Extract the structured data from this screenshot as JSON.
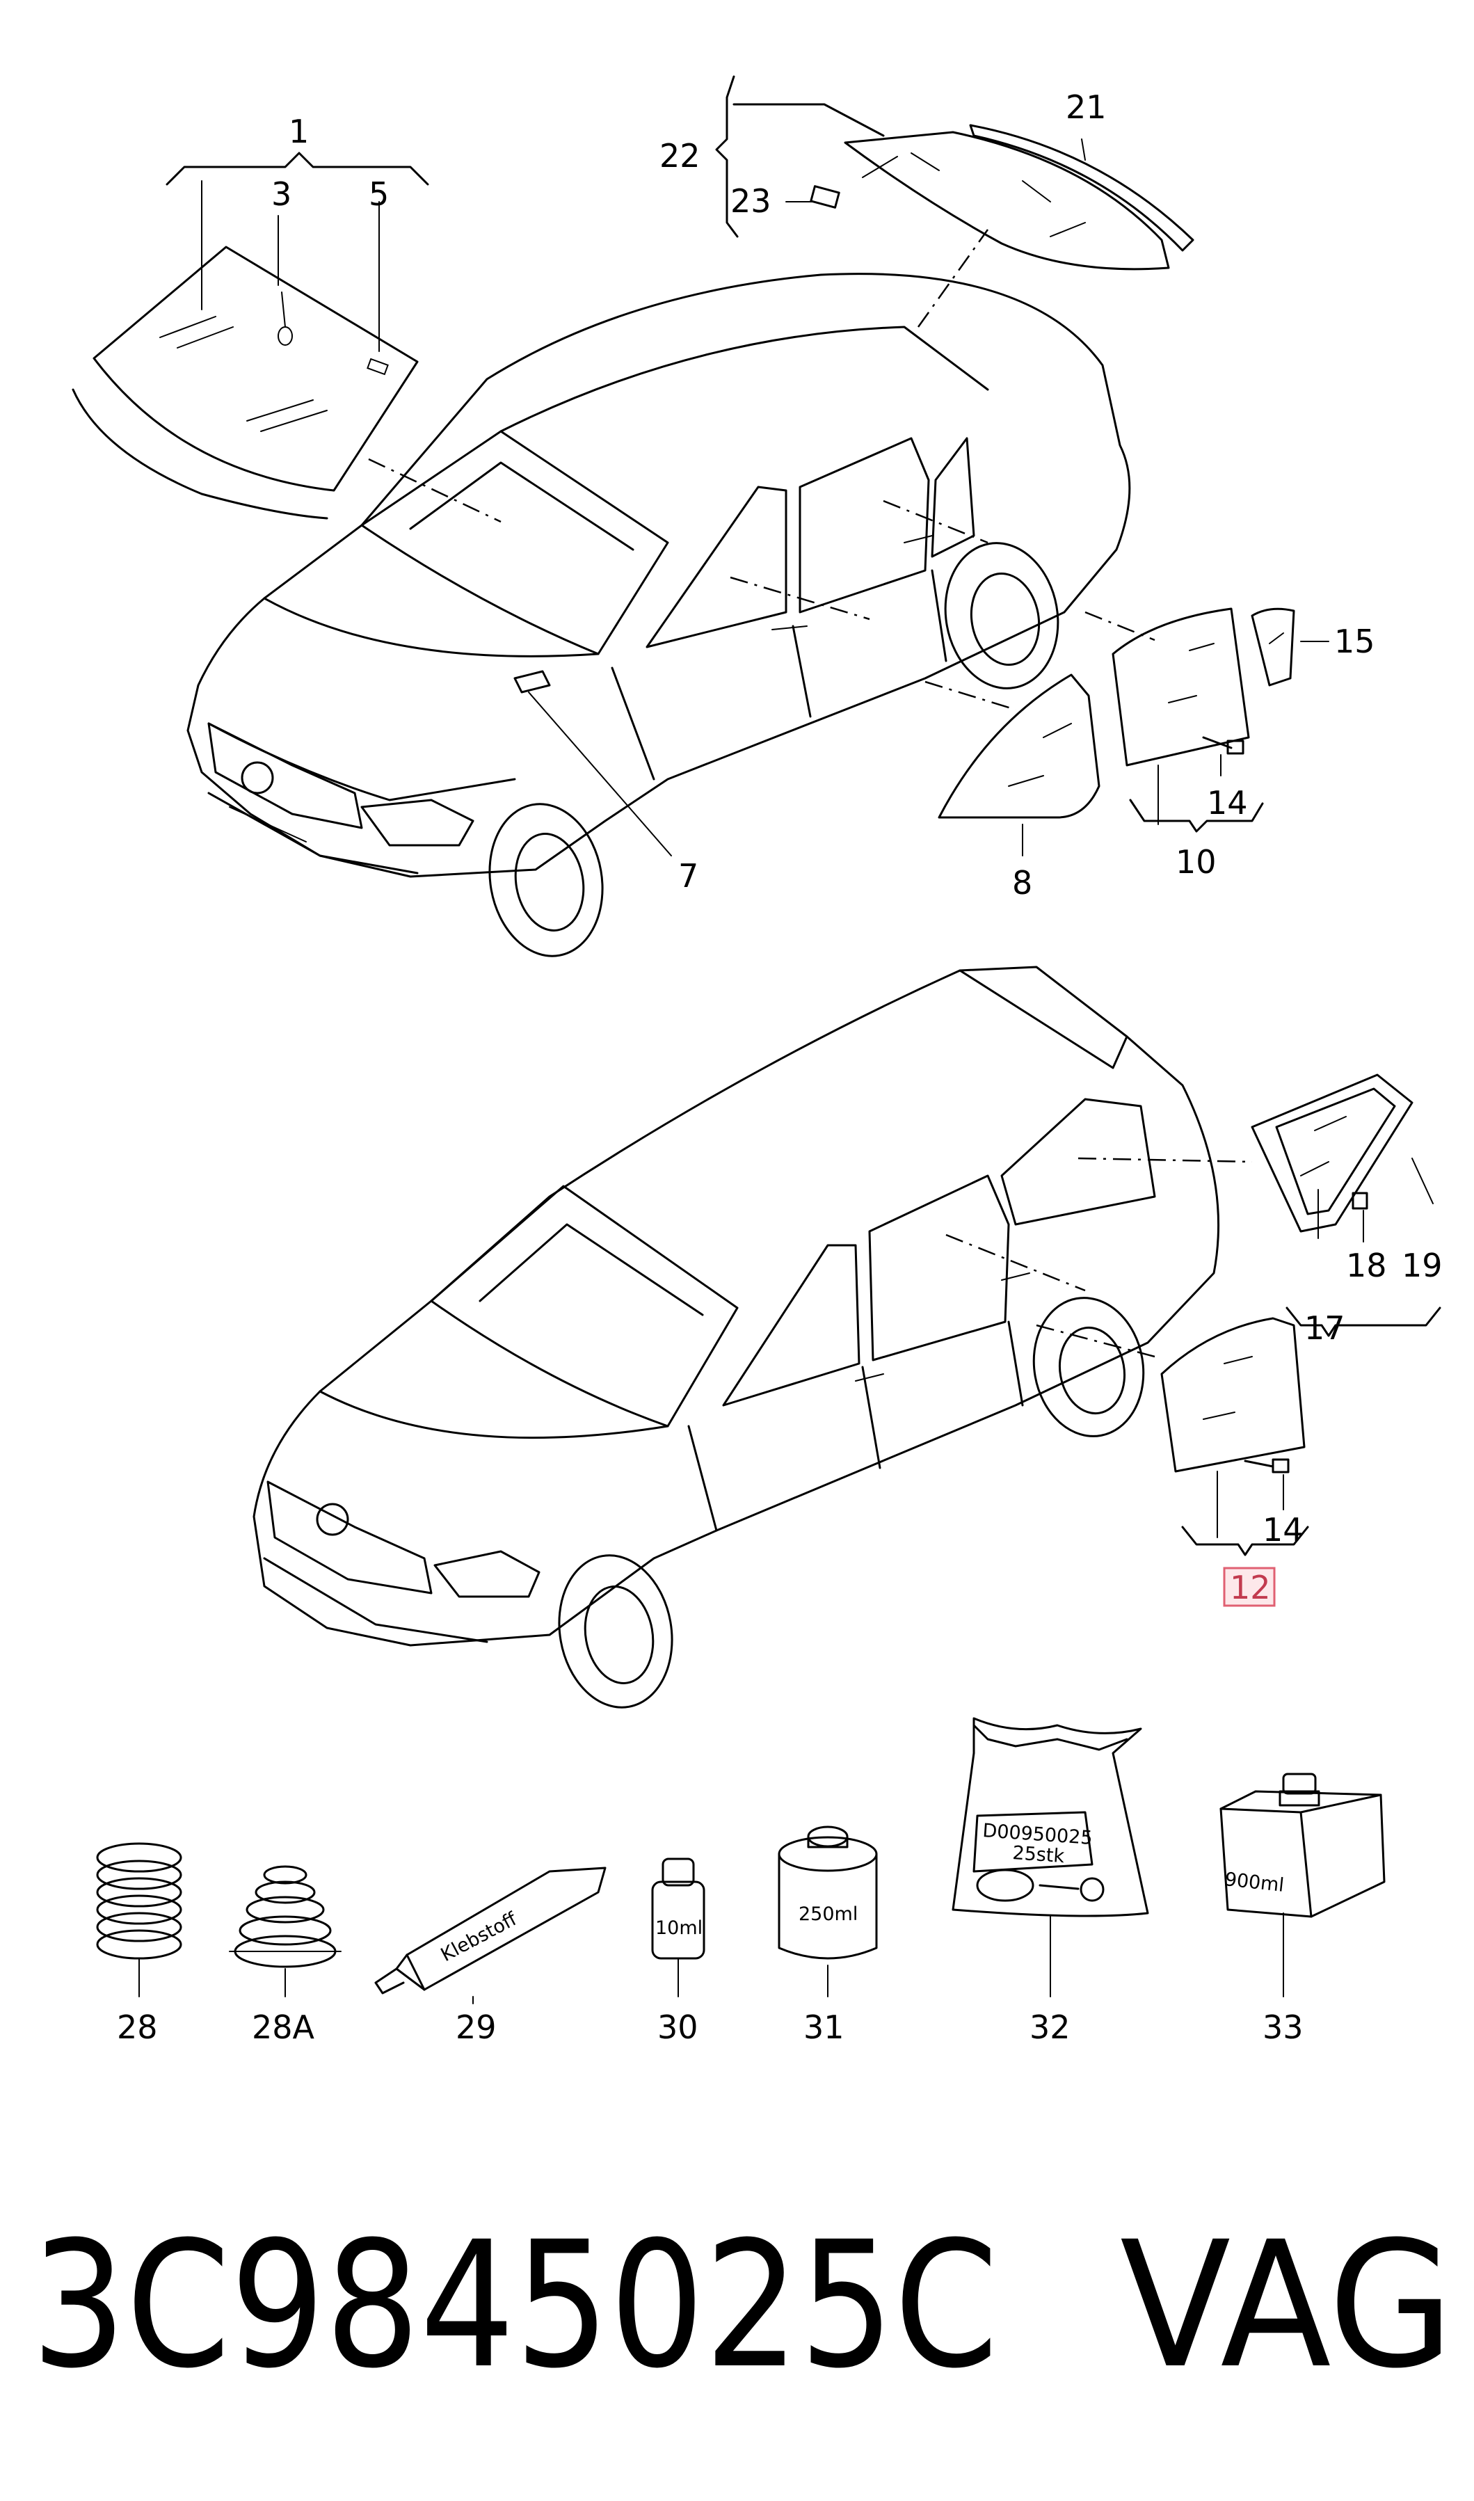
{
  "part_labels": {
    "p1": "1",
    "p3": "3",
    "p5": "5",
    "p7": "7",
    "p8": "8",
    "p10": "10",
    "p12": "12",
    "p14a": "14",
    "p14b": "14",
    "p15": "15",
    "p17": "17",
    "p18": "18",
    "p19": "19",
    "p21": "21",
    "p22": "22",
    "p23": "23",
    "p28": "28",
    "p28a": "28A",
    "p29": "29",
    "p30": "30",
    "p31": "31",
    "p32": "32",
    "p33": "33"
  },
  "container_labels": {
    "tube": "Klebstoff",
    "bottle_10ml": "10ml",
    "can_250ml": "250ml",
    "bag_code": "D00950025",
    "bag_qty": "25stk",
    "jug_900ml": "900ml"
  },
  "highlighted_part": "12",
  "highlight_color": "#e06072",
  "footer": {
    "part_number": "3C9845025C",
    "brand": "VAG"
  }
}
